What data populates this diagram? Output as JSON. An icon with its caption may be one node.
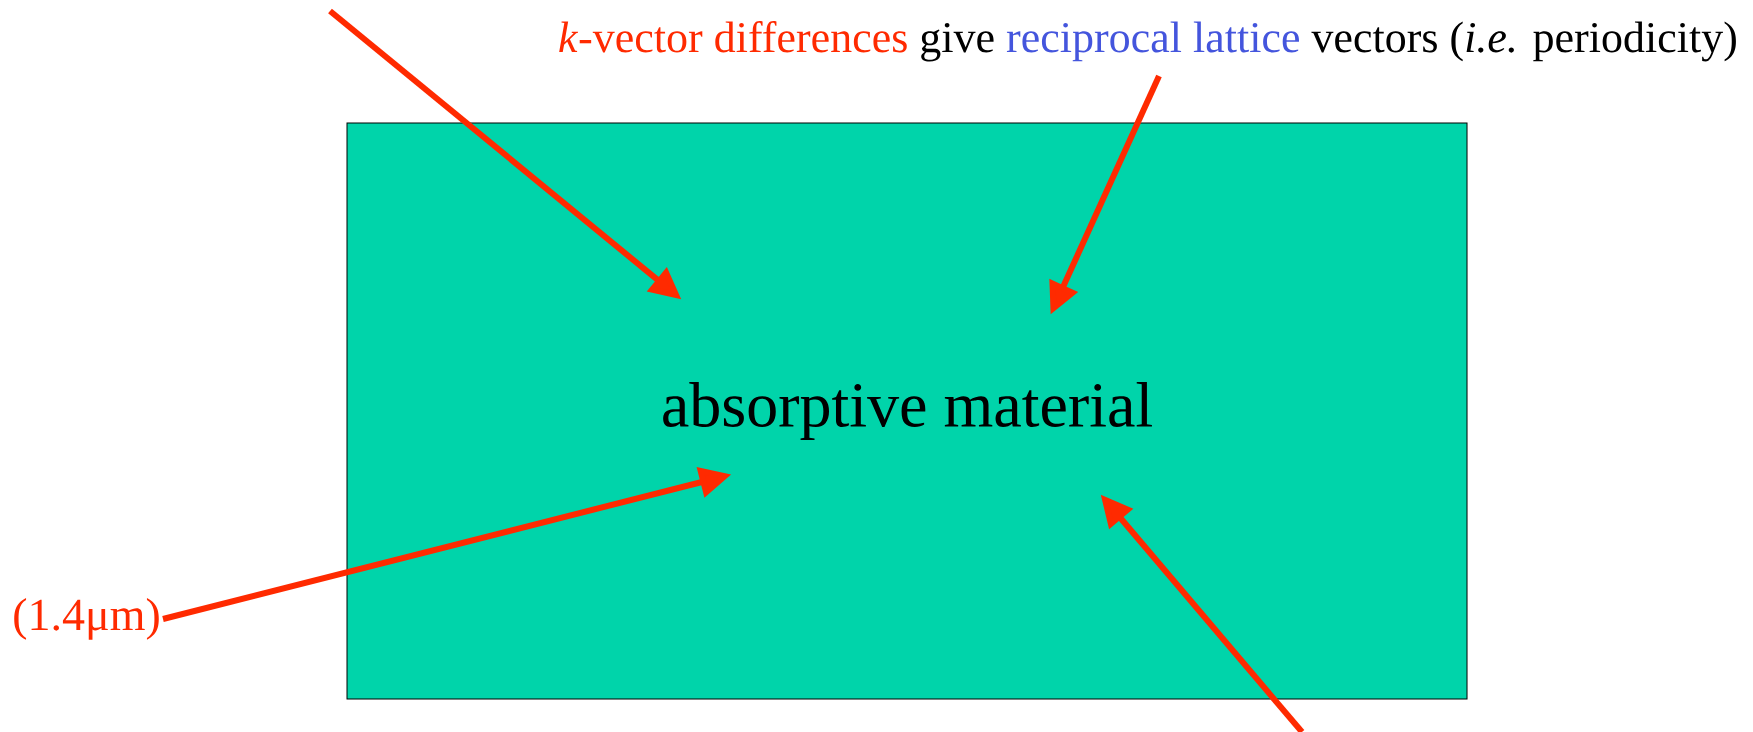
{
  "diagram": {
    "nodes": [
      {
        "text": [
          "absorptive material"
        ]
      },
      {
        "text": [
          "(1.4μm)"
        ]
      },
      {
        "text": [
          "*k*-vector differences",
          "give",
          "reciprocal lattice",
          "vectors (*i.e.* periodicity)"
        ]
      }
    ],
    "edges": [
      {
        "from": null,
        "to": 0,
        "arrow": "to"
      },
      {
        "from": 2,
        "to": 0,
        "arrow": "to"
      },
      {
        "from": 1,
        "to": 0,
        "arrow": "to"
      },
      {
        "from": null,
        "to": 0,
        "arrow": "to"
      }
    ]
  }
}
